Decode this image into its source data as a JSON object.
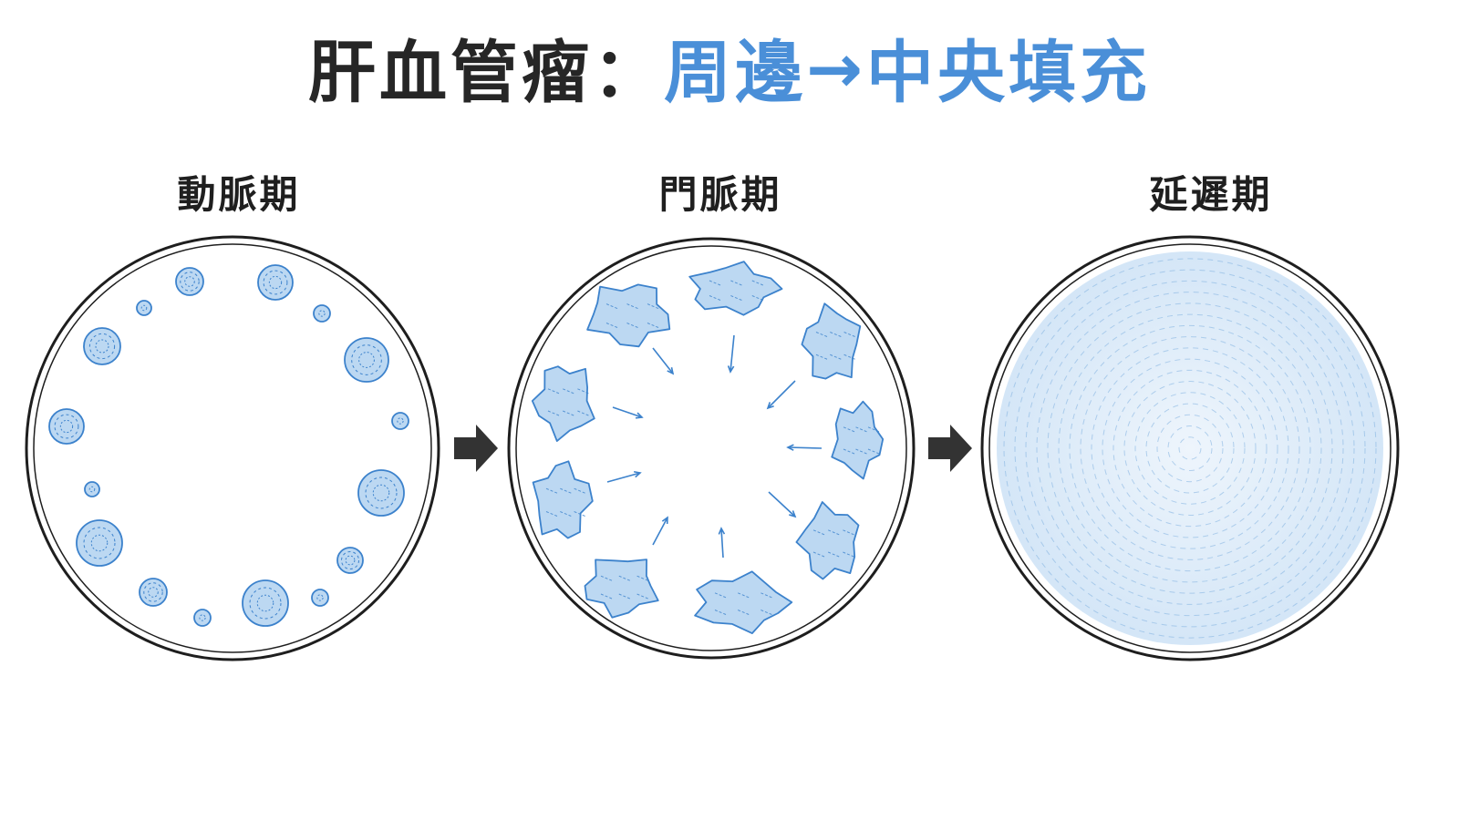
{
  "title": {
    "prefix": "肝血管瘤：",
    "highlight_start": "周邊",
    "arrow": "→",
    "highlight_end": "中央填充"
  },
  "phases": [
    {
      "label": "動脈期"
    },
    {
      "label": "門脈期"
    },
    {
      "label": "延遲期"
    }
  ],
  "colors": {
    "title_text": "#262626",
    "title_accent": "#4a8fd8",
    "outline": "#1e1e1e",
    "enhance_fill": "#bcd8f2",
    "enhance_stroke": "#3c82cc",
    "connector_arrow": "#333333"
  }
}
